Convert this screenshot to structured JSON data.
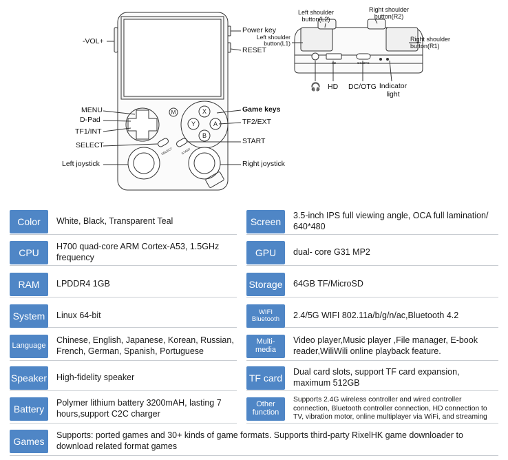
{
  "diagram": {
    "front_labels_left": {
      "vol": "-VOL+",
      "menu": "MENU",
      "dpad": "D-Pad",
      "tf1": "TF1/INT",
      "select": "SELECT",
      "left_joystick": "Left joystick"
    },
    "front_labels_right": {
      "power": "Power key",
      "reset": "RESET",
      "game_keys": "Game keys",
      "tf2": "TF2/EXT",
      "start": "START",
      "right_joystick": "Right joystick"
    },
    "buttons": {
      "x": "X",
      "y": "Y",
      "a": "A",
      "b": "B",
      "m": "M",
      "select_print": "SELECT",
      "start_print": "START"
    },
    "top_labels": {
      "l2": "Left shoulder\nbutton(L2)",
      "l1": "Left shoulder\nbutton(L1)",
      "r2": "Right shoulder\nbutton(R2)",
      "r1": "Right shoulder\nbutton(R1)",
      "headphone": "🎧",
      "hd": "HD",
      "dcotg": "DC/OTG",
      "indicator": "Indicator\nlight",
      "port_hd": "HD",
      "port_dcotg": "DC/OTG"
    }
  },
  "specs_left": [
    {
      "tag": "Color",
      "value": "White, Black, Transparent Teal"
    },
    {
      "tag": "CPU",
      "value": "H700 quad-core ARM Cortex-A53, 1.5GHz frequency"
    },
    {
      "tag": "RAM",
      "value": "LPDDR4  1GB"
    },
    {
      "tag": "System",
      "value": "Linux 64-bit"
    },
    {
      "tag": "Language",
      "value": "Chinese, English, Japanese, Korean, Russian, French, German, Spanish, Portuguese"
    },
    {
      "tag": "Speaker",
      "value": "High-fidelity speaker"
    },
    {
      "tag": "Battery",
      "value": "Polymer lithium battery 3200mAH, lasting 7  hours,support C2C charger"
    }
  ],
  "specs_right": [
    {
      "tag": "Screen",
      "value": "3.5-inch IPS full viewing angle, OCA full lamination/ 640*480"
    },
    {
      "tag": "GPU",
      "value": "dual- core G31 MP2"
    },
    {
      "tag": "Storage",
      "value": "64GB TF/MicroSD"
    },
    {
      "tag": "WIFI Bluetooth",
      "value": "2.4/5G WIFI 802.11a/b/g/n/ac,Bluetooth 4.2"
    },
    {
      "tag": "Multi-media",
      "value": "Video  player,Music player ,File manager, E-book reader,WiliWili online playback feature."
    },
    {
      "tag": "TF card",
      "value": "Dual card slots, support TF card expansion, maximum 512GB"
    },
    {
      "tag": "Other function",
      "value": "Supports 2.4G wireless controller and wired controller connection, Bluetooth controller connection, HD connection to TV, vibration motor, online multiplayer via WiFi, and streaming"
    }
  ],
  "games": {
    "tag": "Games",
    "value": "Supports: ported games and 30+ kinds of game formats. Supports third-party RixelHK game downloader to download related format games"
  },
  "colors": {
    "tag_blue": "#4f86c6",
    "line": "#333333"
  }
}
